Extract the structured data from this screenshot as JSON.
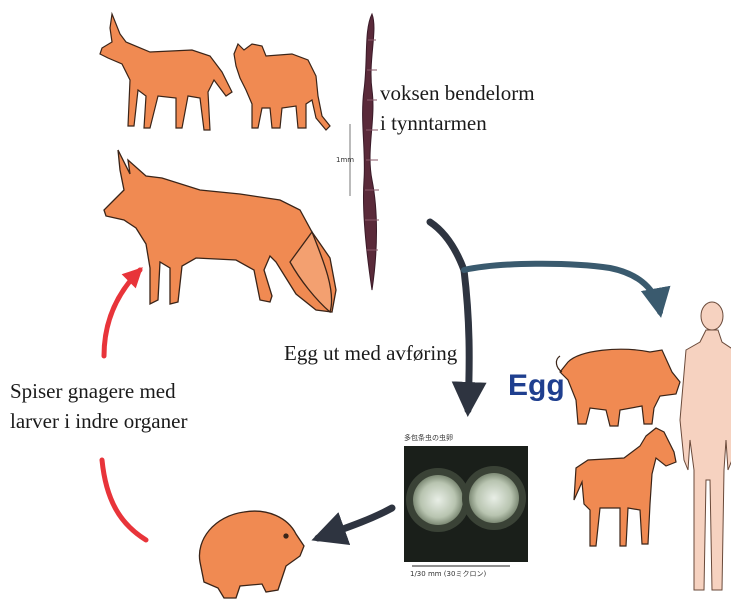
{
  "labels": {
    "adult_worm": "voksen bendelorm",
    "adult_worm_location": "i tynntarmen",
    "eggs_out": "Egg ut med avføring",
    "egg": "Egg",
    "eats_rodents_line1": "Spiser gnagere med",
    "eats_rodents_line2": "larver i indre organer",
    "scale_1mm": "1mm",
    "egg_photo_caption": "多包条虫の虫卵",
    "egg_photo_scale": "1/30 mm (30ミクロン)"
  },
  "colors": {
    "animal_fill": "#f08a52",
    "animal_stroke": "#3a2418",
    "worm": "#5a2a3a",
    "red_arrow": "#e8343a",
    "dark_arrow": "#2e3440",
    "blue_arrow": "#3a5a6e",
    "egg_label": "#1f3f8f"
  },
  "icons": [
    "dog-icon",
    "cat-icon",
    "fox-icon",
    "tapeworm-icon",
    "pig-icon",
    "horse-icon",
    "human-icon",
    "vole-icon",
    "egg-microphotograph"
  ]
}
